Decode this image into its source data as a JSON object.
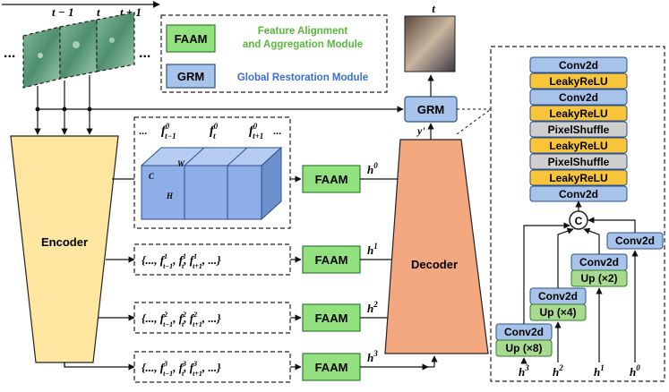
{
  "time_labels": {
    "prev": "t − 1",
    "cur": "t",
    "next": "t + 1",
    "out": "t"
  },
  "ellipsis": "...",
  "legend": {
    "faam_label": "FAAM",
    "faam_desc_line1": "Feature Alignment",
    "faam_desc_line2": "and Aggregation Module",
    "grm_label": "GRM",
    "grm_desc": "Global Restoration Module"
  },
  "encoder_label": "Encoder",
  "decoder_label": "Decoder",
  "grm_box_label": "GRM",
  "y_label": "y'",
  "feature_block": {
    "f_prev": "f",
    "f_prev_sup": "0",
    "f_prev_sub": "t−1",
    "f_cur": "f",
    "f_cur_sup": "0",
    "f_cur_sub": "t",
    "f_next": "f",
    "f_next_sup": "0",
    "f_next_sub": "t+1",
    "dim_c": "C",
    "dim_w": "W",
    "dim_h": "H"
  },
  "faam_rows": [
    {
      "faam": "FAAM",
      "h": "h",
      "sup": "0"
    },
    {
      "faam": "FAAM",
      "h": "h",
      "sup": "1",
      "set": "{..., f",
      "set_mid": ", f",
      "set_end": ", f",
      "set_close": ", ...}",
      "s1": "t−1",
      "s2": "t",
      "s3": "t+1"
    },
    {
      "faam": "FAAM",
      "h": "h",
      "sup": "2",
      "set": "{..., f",
      "set_mid": ", f",
      "set_end": ", f",
      "set_close": ", ...}",
      "s1": "t−1",
      "s2": "t",
      "s3": "t+1"
    },
    {
      "faam": "FAAM",
      "h": "h",
      "sup": "3",
      "set": "{..., f",
      "set_mid": ", f",
      "set_end": ", f",
      "set_close": ", ...}",
      "s1": "t−1",
      "s2": "t",
      "s3": "t+1"
    }
  ],
  "grm_stack": [
    "Conv2d",
    "LeakyReLU",
    "Conv2d",
    "LeakyReLU",
    "PixelShuffle",
    "LeakyReLU",
    "PixelShuffle",
    "LeakyReLU",
    "Conv2d"
  ],
  "concat_label": "C",
  "branches": [
    {
      "conv": "Conv2d",
      "up": "Up (×8)",
      "h": "h",
      "sup": "3"
    },
    {
      "conv": "Conv2d",
      "up": "Up (×4)",
      "h": "h",
      "sup": "2"
    },
    {
      "conv": "Conv2d",
      "up": "Up (×2)",
      "h": "h",
      "sup": "1"
    },
    {
      "conv": "Conv2d",
      "up": "",
      "h": "h",
      "sup": "0"
    }
  ],
  "colors": {
    "faam_fill": "#93e07f",
    "faam_stroke": "#2e7d32",
    "grm_fill": "#a9c4ea",
    "legend_green": "#59b93c",
    "legend_blue": "#3a6fd0",
    "encoder_fill": "#fde6a0",
    "decoder_fill": "#f4a87f",
    "cube_fill": "#8eaee8",
    "conv_fill": "#a7c3ea",
    "leaky_fill": "#f8c53a",
    "pixel_fill": "#cfcfcf",
    "up_fill": "#a9d88f"
  }
}
